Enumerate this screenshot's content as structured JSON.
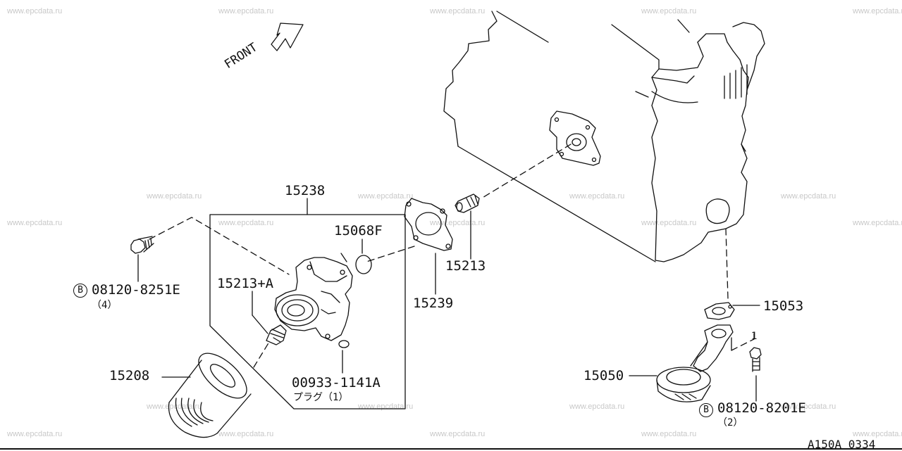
{
  "watermark": "www.epcdata.ru",
  "front_label": "FRONT",
  "labels": {
    "p15238": "15238",
    "p15068F": "15068F",
    "p15213A": "15213+A",
    "p15213": "15213",
    "p15239": "15239",
    "p15208": "15208",
    "p00933": "00933-1141A",
    "plug": "プラグ（1）",
    "bolt1": "08120-8251E",
    "bolt1_qty": "（4）",
    "p15053": "15053",
    "p15050": "15050",
    "bolt2": "08120-8201E",
    "bolt2_qty": "（2）",
    "ref_one": "1"
  },
  "bolt_marker": "B",
  "diagram_code": "A150A 0334"
}
